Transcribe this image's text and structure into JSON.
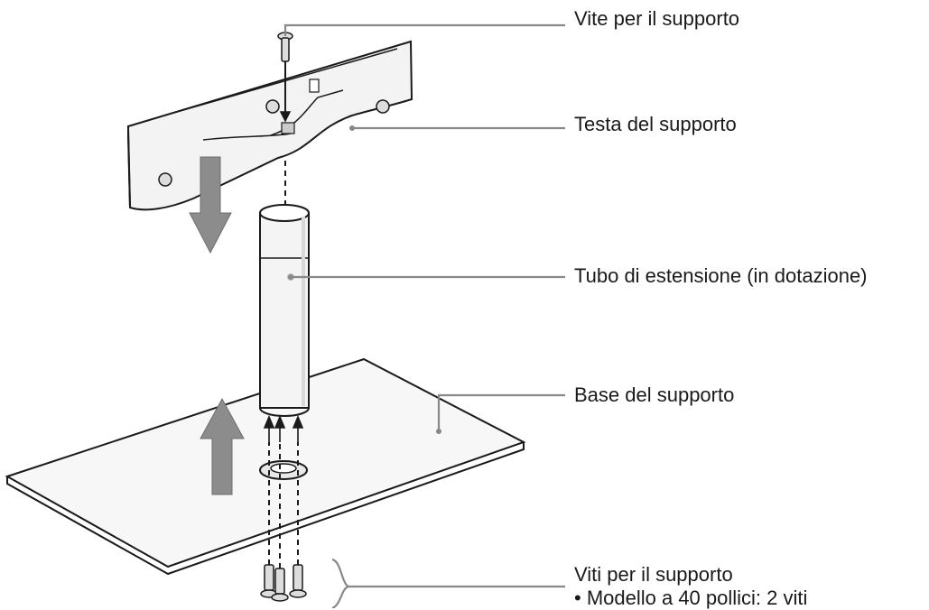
{
  "labels": {
    "vite": "Vite per il supporto",
    "testa": "Testa del supporto",
    "tubo": "Tubo di estensione (in dotazione)",
    "base": "Base del supporto",
    "viti": "Viti per il supporto",
    "modello": "• Modello a 40 pollici: 2 viti"
  },
  "colors": {
    "line": "#1a1a1a",
    "leader": "#888888",
    "arrow": "#8c8c8c"
  }
}
